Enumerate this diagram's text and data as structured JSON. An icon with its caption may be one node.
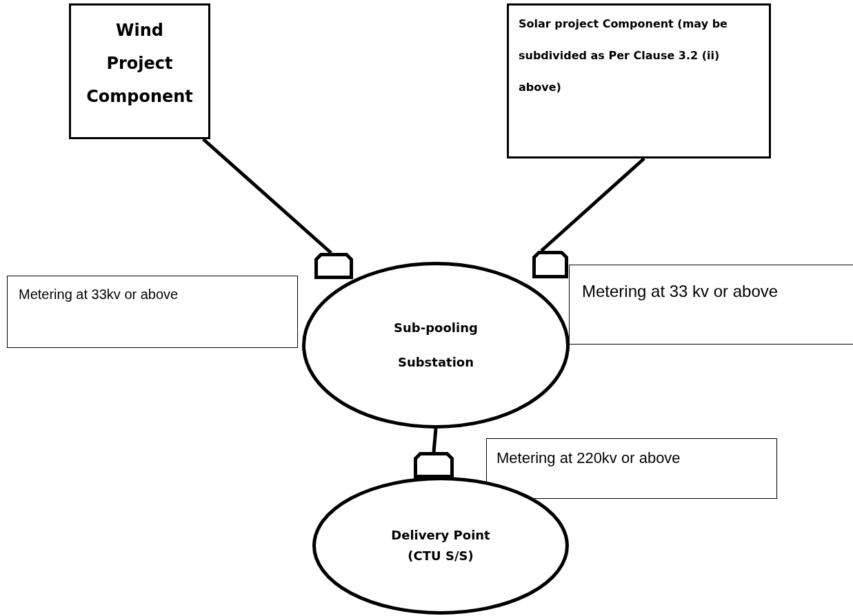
{
  "diagram": {
    "nodes": [
      {
        "text": [
          "Wind Project Component"
        ]
      },
      {
        "text": [
          "Solar project Component (may be subdivided as Per Clause 3.2 (ii) above)"
        ]
      },
      {
        "text": [],
        "shape": "box"
      },
      {
        "text": [],
        "shape": "box"
      },
      {
        "text": [
          "Sub-pooling Substation"
        ]
      },
      {
        "text": [
          "Metering at 33kv or above"
        ]
      },
      {
        "text": [
          "Metering at 33 kv or above"
        ]
      },
      {
        "text": [],
        "shape": "box"
      },
      {
        "text": [
          "Metering at 220kv or above"
        ]
      },
      {
        "text": [
          "Delivery Point (CTU S/S)"
        ]
      }
    ],
    "edges": [
      {
        "from": 0,
        "to": 2,
        "arrow": "none"
      },
      {
        "from": 1,
        "to": 3,
        "arrow": "none"
      },
      {
        "from": 4,
        "to": 7,
        "arrow": "none"
      }
    ]
  }
}
